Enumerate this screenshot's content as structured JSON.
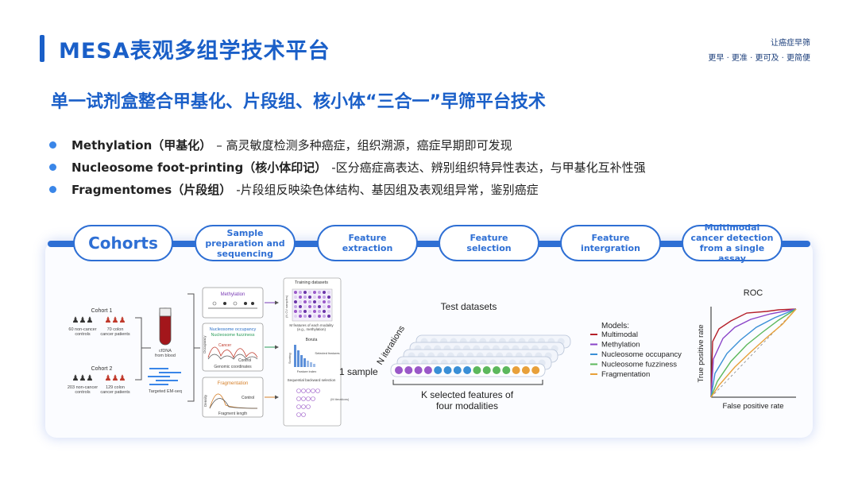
{
  "header": {
    "title": "MESA表观多组学技术平台",
    "slogan_line1": "让癌症早筛",
    "slogan_line2": "更早 · 更准 · 更可及 · 更简便"
  },
  "subtitle": "单一试剂盒整合甲基化、片段组、核小体“三合一”早筛平台技术",
  "bullets": [
    {
      "head": "Methylation（甲基化）",
      "text": "– 高灵敏度检测多种癌症，组织溯源，癌症早期即可发现"
    },
    {
      "head": "Nucleosome foot-printing（核小体印记）",
      "text": "-区分癌症高表达、辨别组织特异性表达，与甲基化互补性强"
    },
    {
      "head": "Fragmentomes（片段组）",
      "text": "-片段组反映染色体结构、基因组及表观组异常，鉴别癌症"
    }
  ],
  "workflow_steps": [
    "Cohorts",
    "Sample preparation and sequencing",
    "Feature extraction",
    "Feature selection",
    "Feature intergration",
    "Multimodal cancer detection from a single assay"
  ],
  "cohorts": {
    "c1_title": "Cohort 1",
    "c1_left": "60 non-cancer",
    "c1_left2": "controls",
    "c1_right": "70 colon",
    "c1_right2": "cancer patients",
    "c2_title": "Cohort 2",
    "c2_left": "203 non-cancer",
    "c2_left2": "controls",
    "c2_right": "129 colon",
    "c2_right2": "cancer patients",
    "cfdna1": "cfDNA",
    "cfdna2": "from blood",
    "em_seq": "Targeted EM-seq"
  },
  "features": {
    "methylation": "Methylation",
    "nucleosome_occ": "Nucleosome occupancy",
    "nucleosome_fuzz": "Nucleosome fuzziness",
    "fragmentation": "Fragmentation",
    "cancer": "Cancer",
    "control": "Control",
    "control2": "Control",
    "occupancy": "Occupancy",
    "genomic": "Genomic coordinates",
    "density": "Density",
    "frag_len": "Fragment length"
  },
  "selection": {
    "training": "Training datasets",
    "nfeat": "M features of each modality",
    "nfeat2": "(e.g., methylation)",
    "boruta": "Boruta",
    "sel_features": "Selected features",
    "feat_index": "Feature index",
    "scoring": "Scoring",
    "seq_back": "Sequential backward selection",
    "cv": "(N CV samples)",
    "iter": "(M iterations)"
  },
  "integration": {
    "test": "Test datasets",
    "n_iter": "N iterations",
    "one_sample": "1 sample",
    "k_sel": "K selected features of",
    "k_sel2": "four modalities"
  },
  "models": {
    "title": "Models:",
    "items": [
      {
        "name": "Multimodal",
        "color": "#b5202a"
      },
      {
        "name": "Methylation",
        "color": "#8a44c8"
      },
      {
        "name": "Nucleosome occupancy",
        "color": "#3a8fd6"
      },
      {
        "name": "Nucleosome fuzziness",
        "color": "#5cb85c"
      },
      {
        "name": "Fragmentation",
        "color": "#e8a03a"
      }
    ]
  },
  "roc": {
    "title": "ROC",
    "xlabel": "False positive rate",
    "ylabel": "True positive rate"
  },
  "colors": {
    "accent": "#1a5fc8",
    "step_border": "#2e6fd4",
    "bullet": "#3a86e8"
  }
}
